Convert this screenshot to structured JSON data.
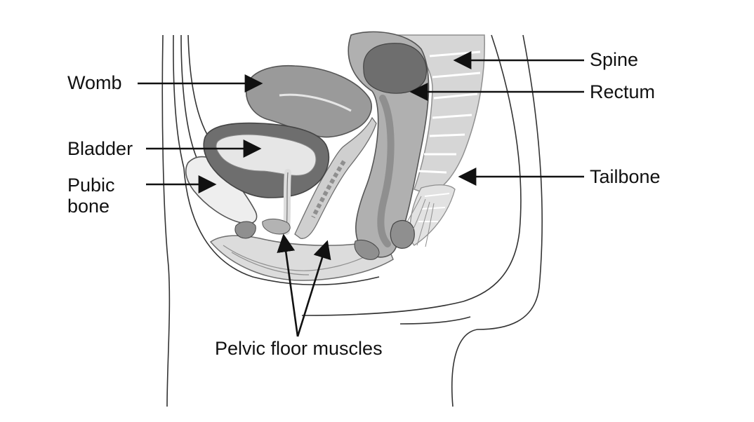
{
  "labels": {
    "womb": "Womb",
    "bladder": "Bladder",
    "pubic_bone_line1": "Pubic",
    "pubic_bone_line2": "bone",
    "spine": "Spine",
    "rectum": "Rectum",
    "tailbone": "Tailbone",
    "pelvic_floor": "Pelvic floor muscles"
  },
  "colors": {
    "background": "#ffffff",
    "outline": "#333333",
    "tissue_light": "#dcdcdc",
    "tissue_mid": "#b3b3b3",
    "tissue_dark": "#8f8f8f",
    "tissue_darker": "#6e6e6e",
    "bone_light": "#eeeeee"
  }
}
